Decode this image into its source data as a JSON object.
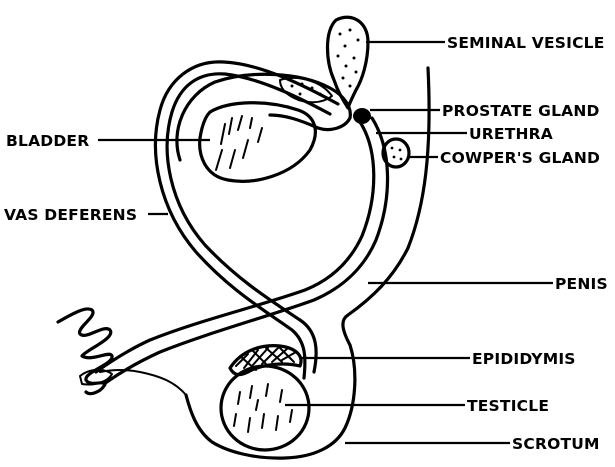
{
  "labels": {
    "seminal_vesicle": "SEMINAL VESICLE",
    "prostate_gland": "PROSTATE GLAND",
    "urethra": "URETHRA",
    "cowpers_gland": "COWPER'S GLAND",
    "bladder": "BLADDER",
    "vas_deferens": "VAS DEFERENS",
    "penis": "PENIS",
    "epididymis": "EPIDIDYMIS",
    "testicle": "TESTICLE",
    "scrotum": "SCROTUM"
  }
}
